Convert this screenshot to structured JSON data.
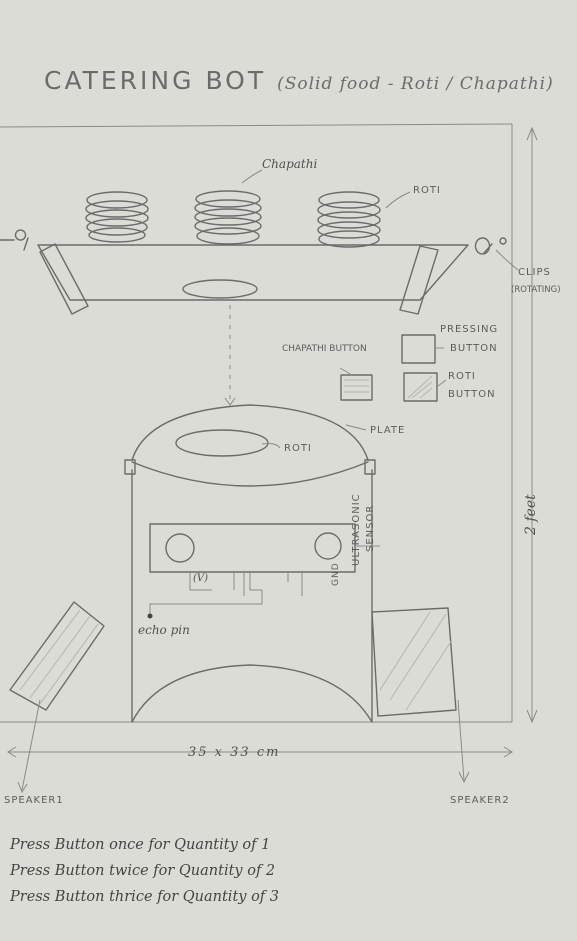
{
  "title": {
    "main": "CATERING BOT",
    "sub": "(Solid food - Roti / Chapathi)"
  },
  "labels": {
    "chapathi": "Chapathi",
    "roti_top": "ROTI",
    "clips": "CLIPS",
    "clips_sub": "(ROTATING)",
    "chapathi_button": "CHAPATHI BUTTON",
    "pressing_button_1": "PRESSING",
    "pressing_button_2": "BUTTON",
    "roti_button_1": "ROTI",
    "roti_button_2": "BUTTON",
    "plate": "PLATE",
    "roti_plate": "ROTI",
    "ultrasonic_1": "ULTRASONIC",
    "ultrasonic_2": "SENSOR",
    "vcc": "(V)",
    "gnd": "GND",
    "echo_pin": "echo pin",
    "height": "2 feet",
    "dimensions": "35 x 33 cm",
    "speaker1": "SPEAKER1",
    "speaker2": "SPEAKER2"
  },
  "instructions": [
    "Press Button once for Quantity of 1",
    "Press Button twice for Quantity of 2",
    "Press Button thrice for Quantity of 3"
  ]
}
